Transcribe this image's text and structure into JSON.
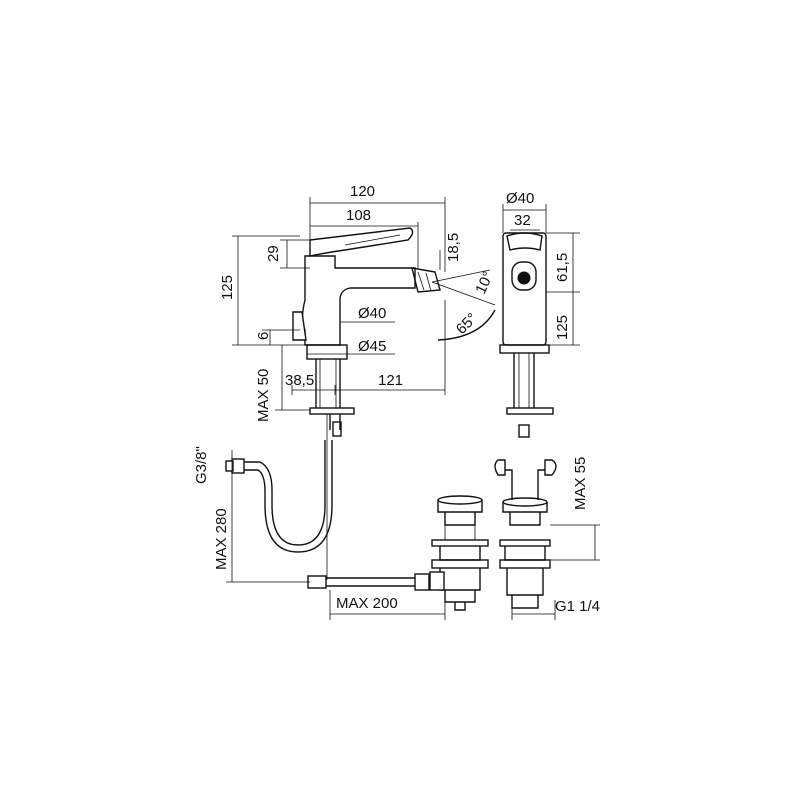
{
  "labels": {
    "w120": "120",
    "w108": "108",
    "h29": "29",
    "h18_5": "18,5",
    "h125_left": "125",
    "angle10": "10°",
    "angle65": "65°",
    "d40_side": "Ø40",
    "d45": "Ø45",
    "h6": "6",
    "max50": "MAX 50",
    "w38_5": "38,5",
    "w121": "121",
    "thread_g38": "G3/8\"",
    "max280": "MAX  280",
    "max200": "MAX 200",
    "d40_front": "Ø40",
    "w32": "32",
    "h61_5": "61,5",
    "h125_right": "125",
    "max55": "MAX 55",
    "g1_14": "G1 1/4"
  }
}
